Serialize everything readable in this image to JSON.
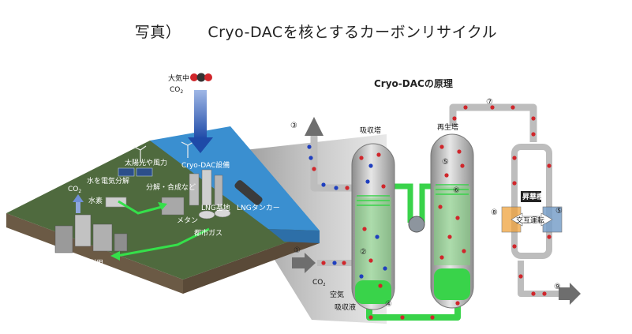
{
  "caption": {
    "prefix": "写真）",
    "title": "Cryo-DACを核とするカーボンリサイクル"
  },
  "left_panel": {
    "atmos_label": "大気中",
    "atmos_co2": "CO",
    "atmos_sub": "2",
    "solar_wind": "太陽光や風力",
    "electrolysis": "水を電気分解",
    "cryo_facility": "Cryo-DAC設備",
    "decomp": "分解・合成など",
    "hydrogen": "水素",
    "lng_base": "LNG基地",
    "lng_tanker": "LNGタンカー",
    "methane": "メタン",
    "city_gas": "都市ガス",
    "co2": "CO",
    "co2_sub": "2",
    "city_gas_use": "都市ガスの利用"
  },
  "right_panel": {
    "title": "Cryo-DACの原理",
    "absorber": "吸収塔",
    "regenerator": "再生塔",
    "heat_exchanger": "昇華槽",
    "alternate_op": "交互運転",
    "co2": "CO",
    "co2_sub": "2",
    "air": "空気",
    "absorbent": "吸収液",
    "step1": "①",
    "step2": "②",
    "step3": "③",
    "step4": "④",
    "step5a": "⑤",
    "step5b": "⑤",
    "step6": "⑥",
    "step7": "⑦",
    "step8": "⑧",
    "step9": "⑨"
  },
  "colors": {
    "grass": "#4f6a3e",
    "sea": "#3a8fd0",
    "green_liquid": "#39d34a",
    "arrow_dark": "#6e6e6e",
    "co2_red": "#d0262b",
    "o2_blue": "#1f3fbf"
  }
}
